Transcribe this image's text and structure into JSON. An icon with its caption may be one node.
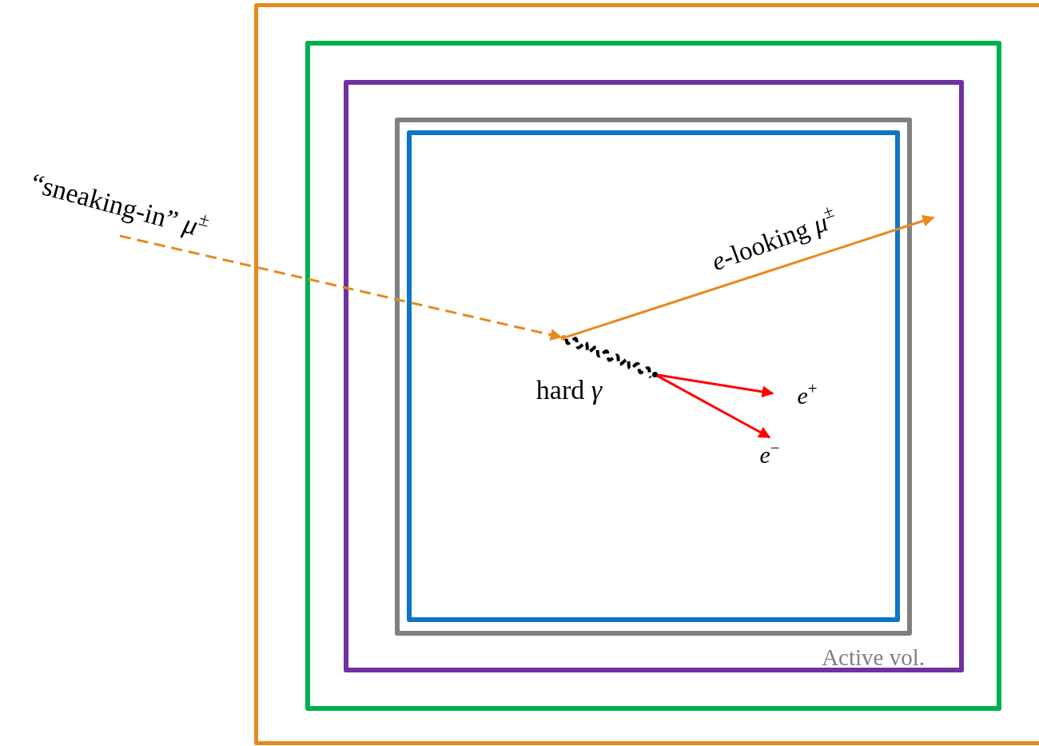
{
  "diagram": {
    "nodes": [
      {
        "text": [],
        "shape": "box"
      },
      {
        "text": [],
        "shape": "box",
        "in": 0
      },
      {
        "text": [],
        "shape": "box",
        "in": 1
      },
      {
        "text": [
          "Active vol."
        ],
        "in": 2
      },
      {
        "text": [],
        "shape": "box",
        "in": 3
      },
      {
        "text": [],
        "shape": "point",
        "in": 4
      },
      {
        "text": [],
        "shape": "point",
        "in": 4
      }
    ],
    "edges": [
      {
        "from": null,
        "to": 5,
        "arrow": "to",
        "label": "“sneaking-in” *μ*$^{±}$",
        "style": "dashed",
        "color": "#e8891e"
      },
      {
        "from": 5,
        "to": null,
        "arrow": "to",
        "label": "*e*-looking *μ*$^{±}$",
        "color": "#e8891e"
      },
      {
        "from": 5,
        "to": 6,
        "arrow": "none",
        "label": "hard *γ*",
        "style": "dashed",
        "color": "#000000"
      },
      {
        "from": 6,
        "to": null,
        "arrow": "to",
        "label": "*e*$^{+}$",
        "color": "#ff0000"
      },
      {
        "from": 6,
        "to": null,
        "arrow": "to",
        "label": "*e*$^{−}$",
        "color": "#ff0000"
      }
    ]
  }
}
